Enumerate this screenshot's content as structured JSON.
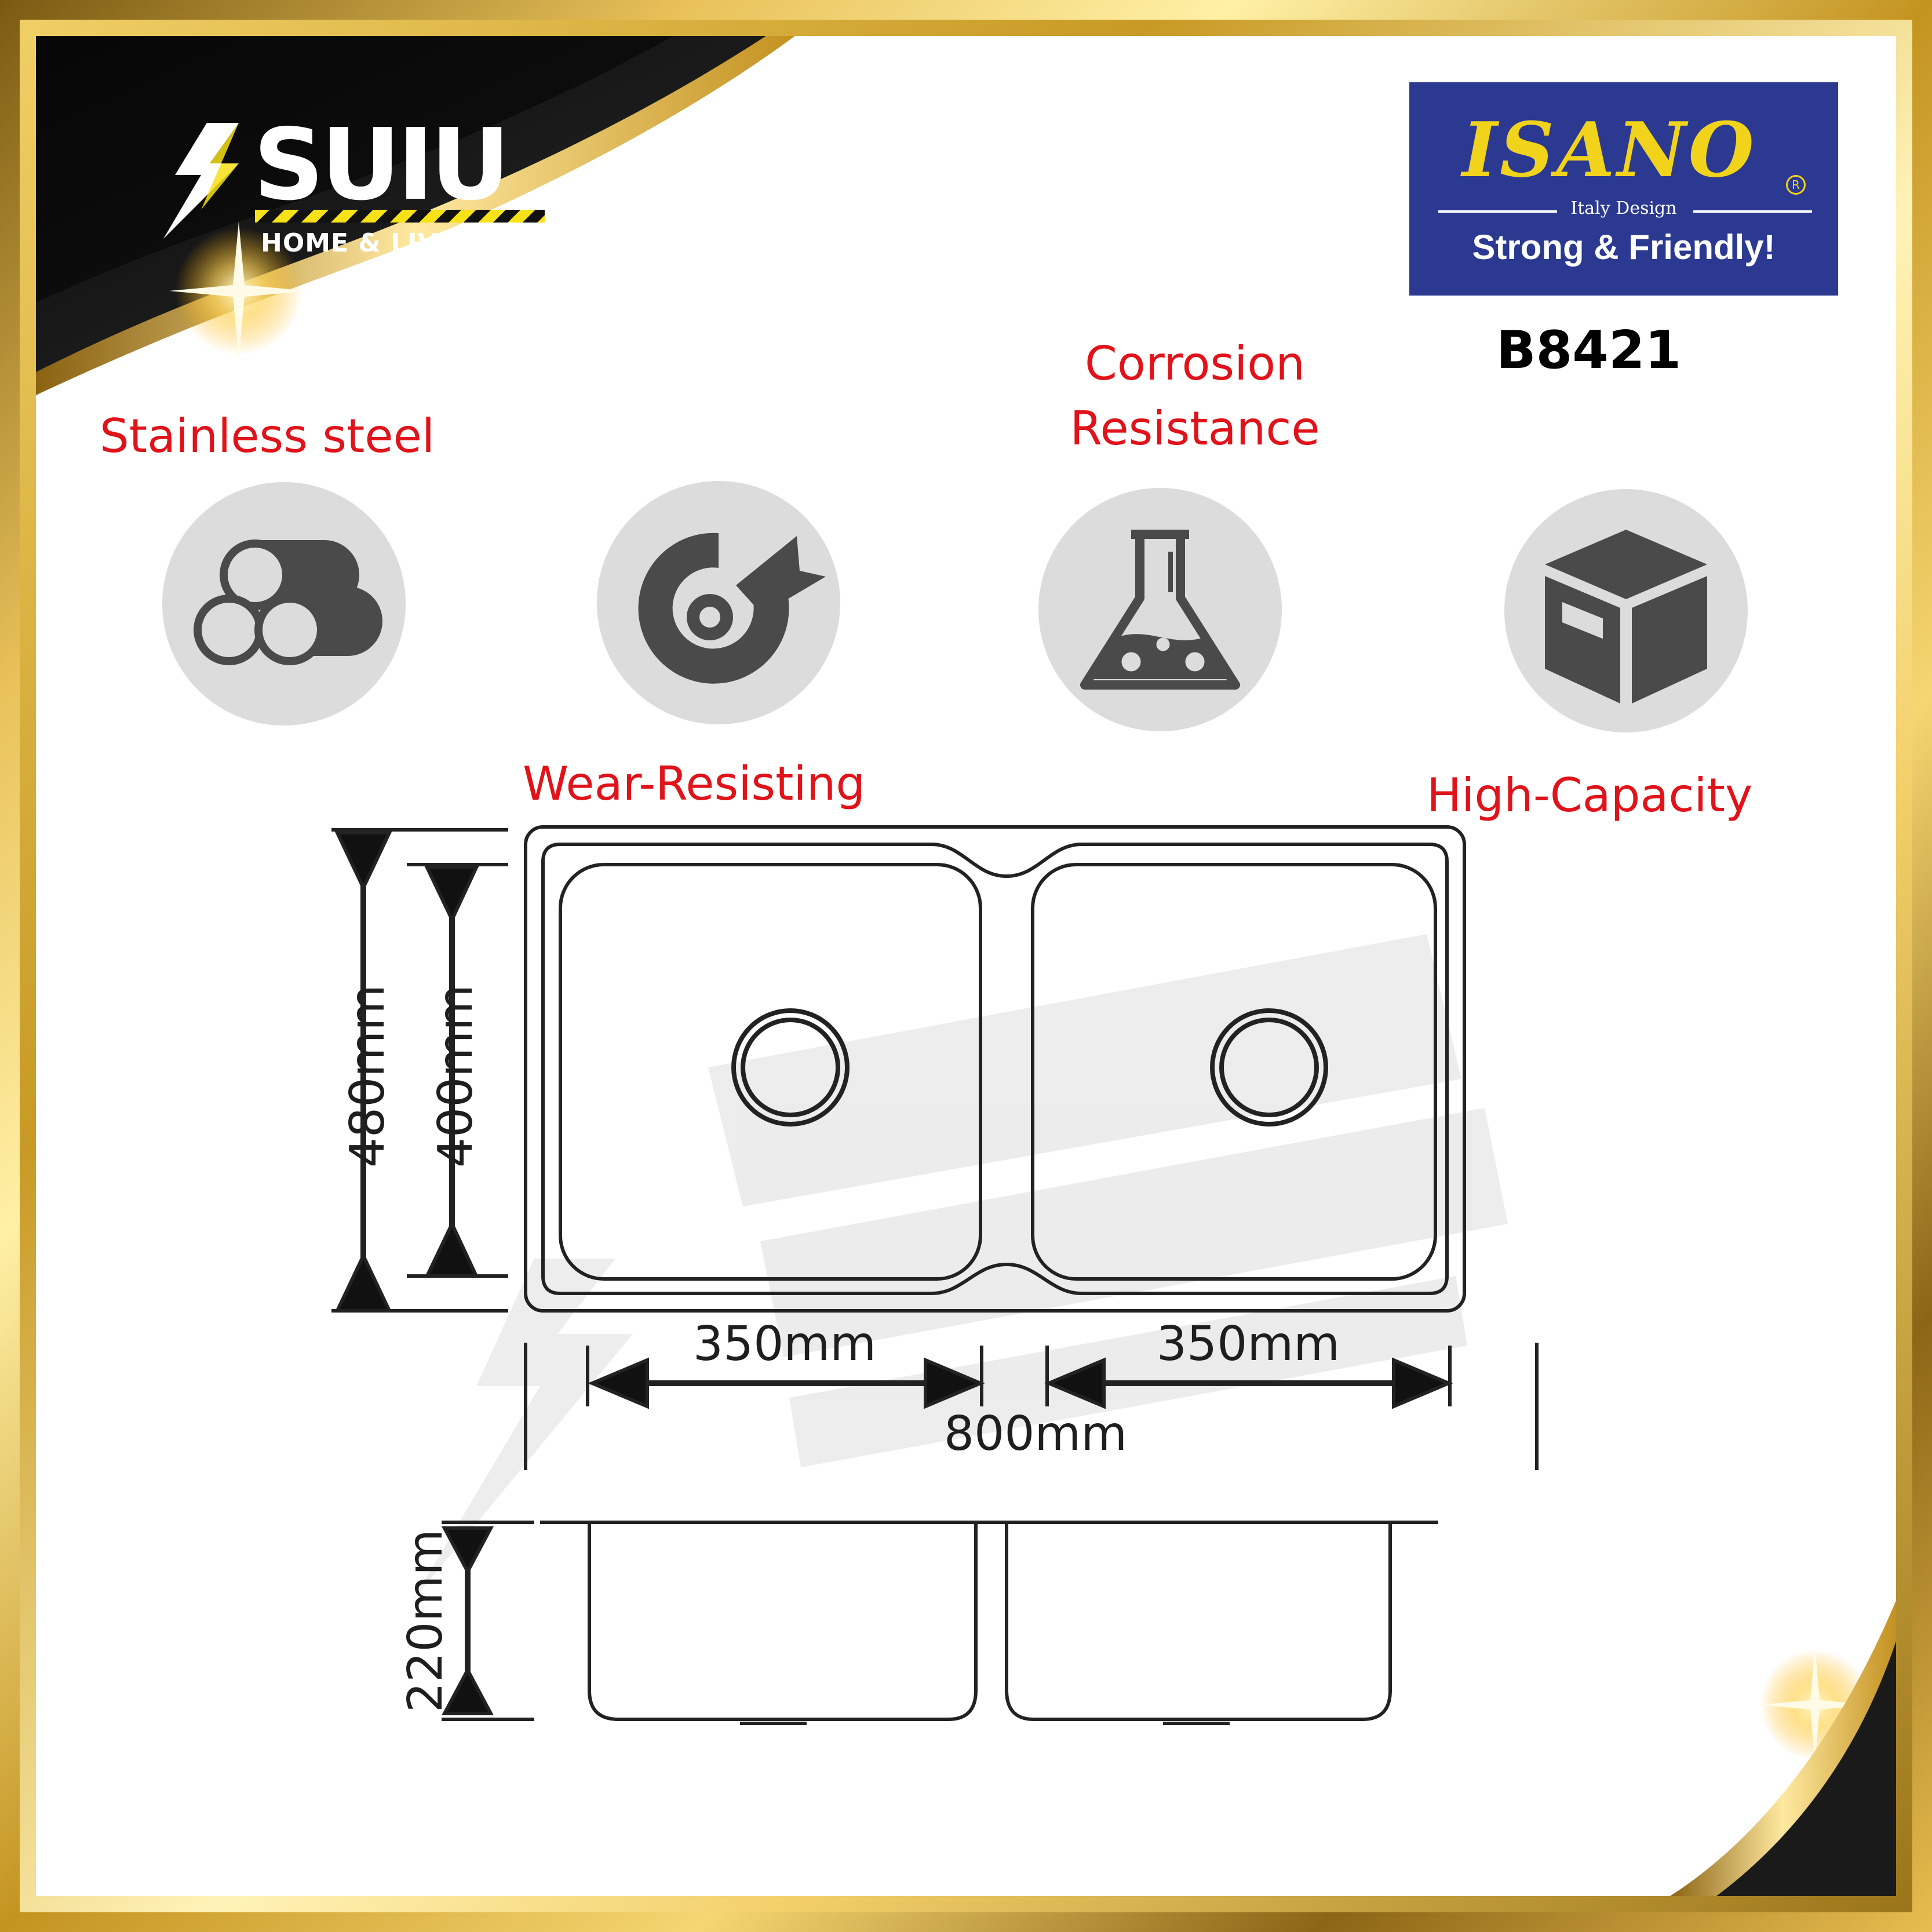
{
  "brand": {
    "name": "SUIU",
    "tagline": "HOME & LIVING"
  },
  "isano": {
    "name": "ISANO",
    "reg": "R",
    "subtitle": "Italy Design",
    "slogan": "Strong & Friendly!"
  },
  "model": "B8421",
  "features": [
    {
      "label": "Stainless steel",
      "icon": "steel-pipes-icon"
    },
    {
      "label": "Wear-Resisting",
      "icon": "wear-resist-icon"
    },
    {
      "label_line1": "Corrosion",
      "label_line2": "Resistance",
      "icon": "flask-icon"
    },
    {
      "label": "High-Capacity",
      "icon": "box-icon"
    }
  ],
  "dimensions": {
    "overall_depth": "480mm",
    "bowl_depth": "400mm",
    "bowl_width_left": "350mm",
    "bowl_width_right": "350mm",
    "overall_width": "800mm",
    "bowl_height": "220mm"
  },
  "colors": {
    "accent_red": "#e0131b",
    "isano_blue": "#2b3991",
    "isano_yellow": "#f2d31b",
    "gold": "#d4a732",
    "icon_gray": "#4a4a4a",
    "circle_gray": "#dcdcdc"
  }
}
